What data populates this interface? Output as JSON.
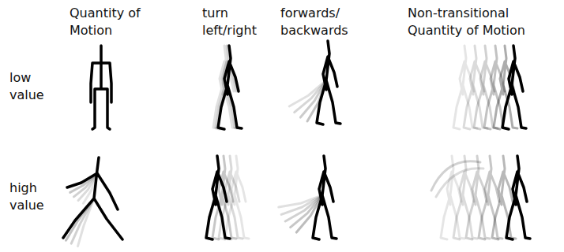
{
  "diagram": {
    "labels": [
      "Quantity of Motion",
      "turn left/right",
      "forwards/ backwards",
      "Non-transitional Quantity of Motion",
      "low value",
      "high value"
    ]
  }
}
